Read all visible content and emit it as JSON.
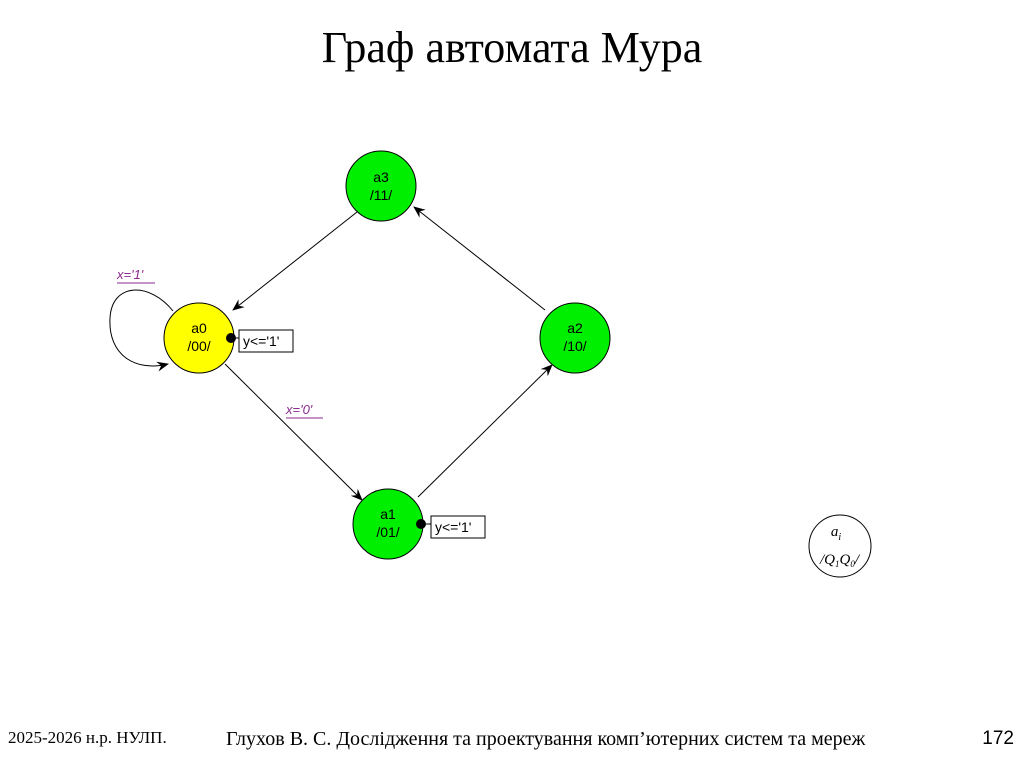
{
  "slide": {
    "title": "Граф автомата Мура",
    "page_number": "172",
    "footer_left": "2025-2026 н.р. НУЛП.",
    "footer_center": "Глухов В. С. Дослідження та проектування комп’ютерних систем та мереж"
  },
  "graph": {
    "colors": {
      "initial_state": "#ffff00",
      "state": "#00ee00",
      "guard_text": "#8b2a8f",
      "edge": "#000000"
    },
    "states": [
      {
        "id": "a0",
        "name": "a0",
        "output": "/00/",
        "initial": true,
        "action": "y<='1'"
      },
      {
        "id": "a1",
        "name": "a1",
        "output": "/01/",
        "initial": false,
        "action": "y<='1'"
      },
      {
        "id": "a2",
        "name": "a2",
        "output": "/10/",
        "initial": false
      },
      {
        "id": "a3",
        "name": "a3",
        "output": "/11/",
        "initial": false
      }
    ],
    "transitions": [
      {
        "from": "a0",
        "to": "a0",
        "condition": "x='1'"
      },
      {
        "from": "a0",
        "to": "a1",
        "condition": "x='0'"
      },
      {
        "from": "a1",
        "to": "a2",
        "condition": ""
      },
      {
        "from": "a2",
        "to": "a3",
        "condition": ""
      },
      {
        "from": "a3",
        "to": "a0",
        "condition": ""
      }
    ],
    "legend": {
      "name": "a",
      "name_sub": "i",
      "output_prefix": "/Q",
      "q1_sub": "1",
      "q0": "Q",
      "q0_sub": "0",
      "output_suffix": "/"
    }
  }
}
